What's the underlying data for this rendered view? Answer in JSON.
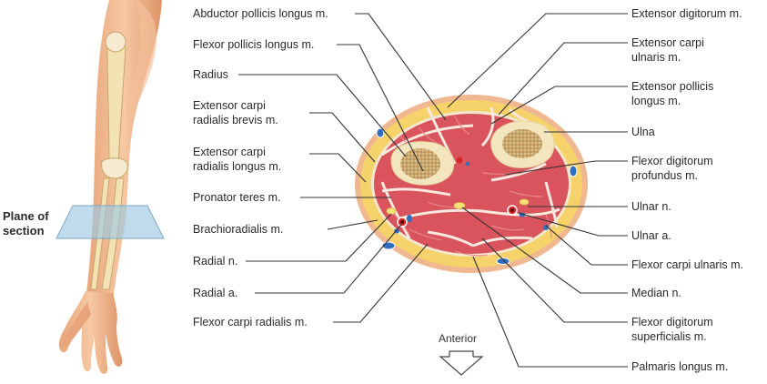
{
  "plane_label": [
    "Plane of",
    "section"
  ],
  "orientation_label": "Anterior",
  "left_labels": [
    [
      "Abductor pollicis longus m."
    ],
    [
      "Flexor pollicis longus m."
    ],
    [
      "Radius"
    ],
    [
      "Extensor carpi",
      "radialis brevis m."
    ],
    [
      "Extensor carpi",
      "radialis longus m."
    ],
    [
      "Pronator teres m."
    ],
    [
      "Brachioradialis m."
    ],
    [
      "Radial n."
    ],
    [
      "Radial a."
    ],
    [
      "Flexor carpi radialis m."
    ]
  ],
  "right_labels": [
    [
      "Extensor digitorum m."
    ],
    [
      "Extensor carpi",
      "ulnaris m."
    ],
    [
      "Extensor pollicis",
      "longus m."
    ],
    [
      "Ulna"
    ],
    [
      "Flexor digitorum",
      "profundus m."
    ],
    [
      "Ulnar n."
    ],
    [
      "Ulnar a."
    ],
    [
      "Flexor carpi ulnaris m."
    ],
    [
      "Median n."
    ],
    [
      "Flexor digitorum",
      "superficialis m."
    ],
    [
      "Palmaris longus m."
    ]
  ],
  "colors": {
    "skin": "#f0b890",
    "skin_dark": "#d9895c",
    "fat": "#f6d36a",
    "muscle": "#d9545c",
    "muscle_light": "#ea8c8c",
    "bone": "#f3e6bf",
    "marrow": "#cfae78",
    "nerve": "#f5e27a",
    "artery": "#d8282a",
    "vein": "#2f6fc0",
    "plane": "#a9cfe6",
    "line": "#333333"
  }
}
